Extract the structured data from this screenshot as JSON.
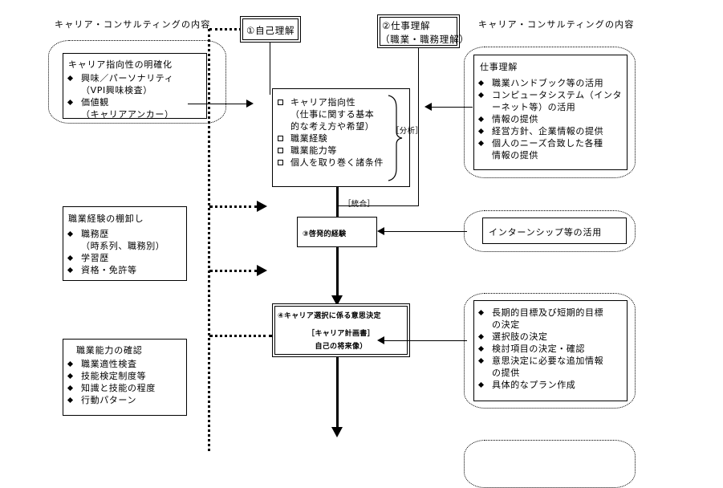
{
  "headers": {
    "left": "キャリア・コンサルティングの内容",
    "right": "キャリア・コンサルティングの内容"
  },
  "left_boxes": [
    {
      "title": "キャリア指向性の明確化",
      "items": [
        "興味／パーソナリティ",
        "（VPI興味検査）",
        "価値観",
        "（キャリアアンカー）"
      ]
    },
    {
      "title": "職業経験の棚卸し",
      "items": [
        "職務歴",
        "（時系列、職務別）",
        "学習歴",
        "資格・免許等"
      ]
    },
    {
      "title": "職業能力の確認",
      "items": [
        "職業適性検査",
        "技能検定制度等",
        "知識と技能の程度",
        "行動パターン"
      ]
    }
  ],
  "stage_boxes": {
    "self_understanding": "①自己理解",
    "work_understanding_line1": "②仕事理解",
    "work_understanding_line2": "（職業・職務理解）",
    "enlightening_experience": "③啓発的経験",
    "decision_title": "④キャリア選択に係る意思決定",
    "decision_sub1": "［キャリア計画書］",
    "decision_sub2": "自己の将来像）"
  },
  "analysis_box": {
    "items": [
      "キャリア指向性",
      "（仕事に関する基本",
      "的な考え方や希望）",
      "職業経験",
      "職業能力等",
      "個人を取り巻く諸条件"
    ],
    "bracket_label": "［分析］"
  },
  "labels": {
    "integration": "［統合］"
  },
  "right_boxes": [
    {
      "title": "仕事理解",
      "items": [
        "職業ハンドブック等の活用",
        "コンピュータシステム（インタ",
        "ーネット等）の活用",
        "情報の提供",
        "経営方針、企業情報の提供",
        "個人のニーズ合致した各種",
        "情報の提供"
      ]
    },
    {
      "title": "インターンシップ等の活用",
      "items": []
    },
    {
      "title": "",
      "items": [
        "長期的目標及び短期的目標",
        "の決定",
        "選択肢の決定",
        "検討項目の決定・確認",
        "意思決定に必要な追加情報",
        "の提供",
        "具体的なプラン作成"
      ]
    }
  ],
  "colors": {
    "ink": "#000000",
    "paper": "#ffffff"
  }
}
